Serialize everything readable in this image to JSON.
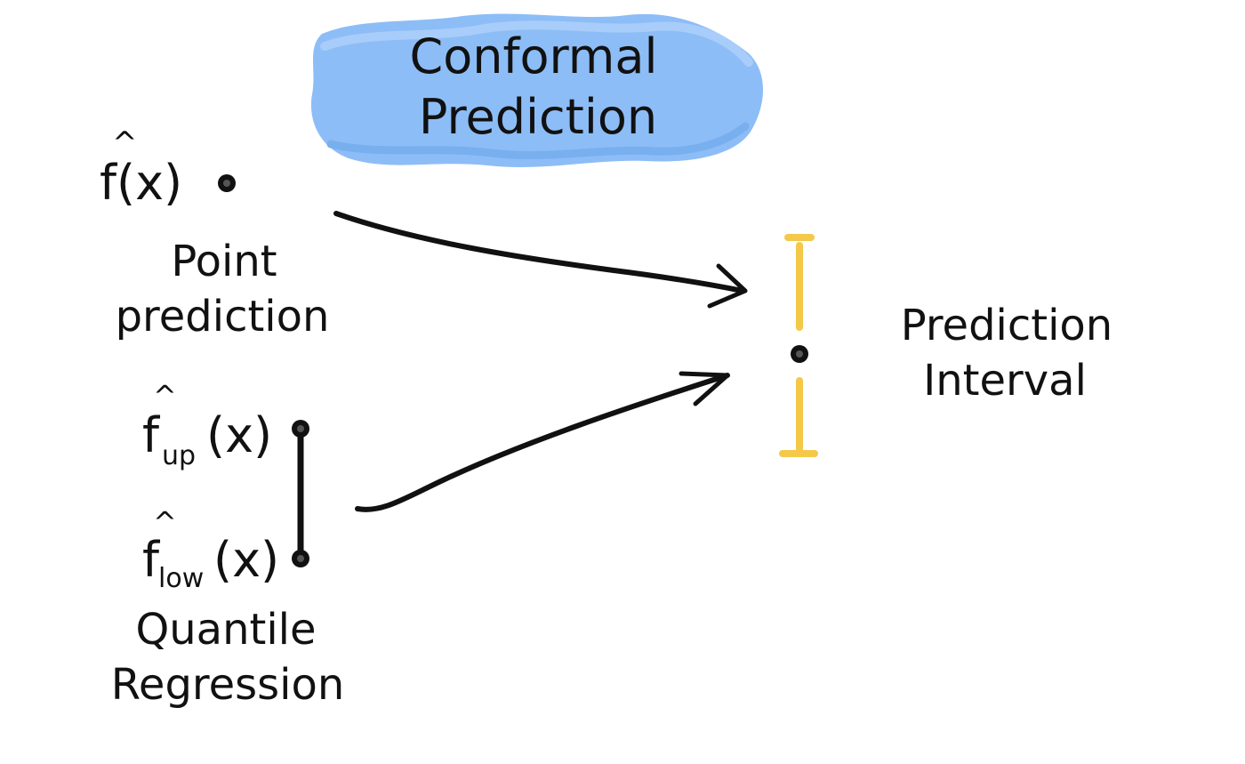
{
  "title": {
    "line1": "Conformal",
    "line2": "Prediction"
  },
  "point_prediction": {
    "formula": "f(x)",
    "label_line1": "Point",
    "label_line2": "prediction"
  },
  "quantile_regression": {
    "upper_formula": "f",
    "upper_subscript": "up",
    "upper_argument": "(x)",
    "lower_formula": "f",
    "lower_subscript": "low",
    "lower_argument": "(x)",
    "label_line1": "Quantile",
    "label_line2": "Regression"
  },
  "prediction_interval": {
    "label_line1": "Prediction",
    "label_line2": "Interval"
  },
  "colors": {
    "title_highlight": "#8dbdf6",
    "interval": "#f4c94a",
    "ink": "#111111"
  }
}
